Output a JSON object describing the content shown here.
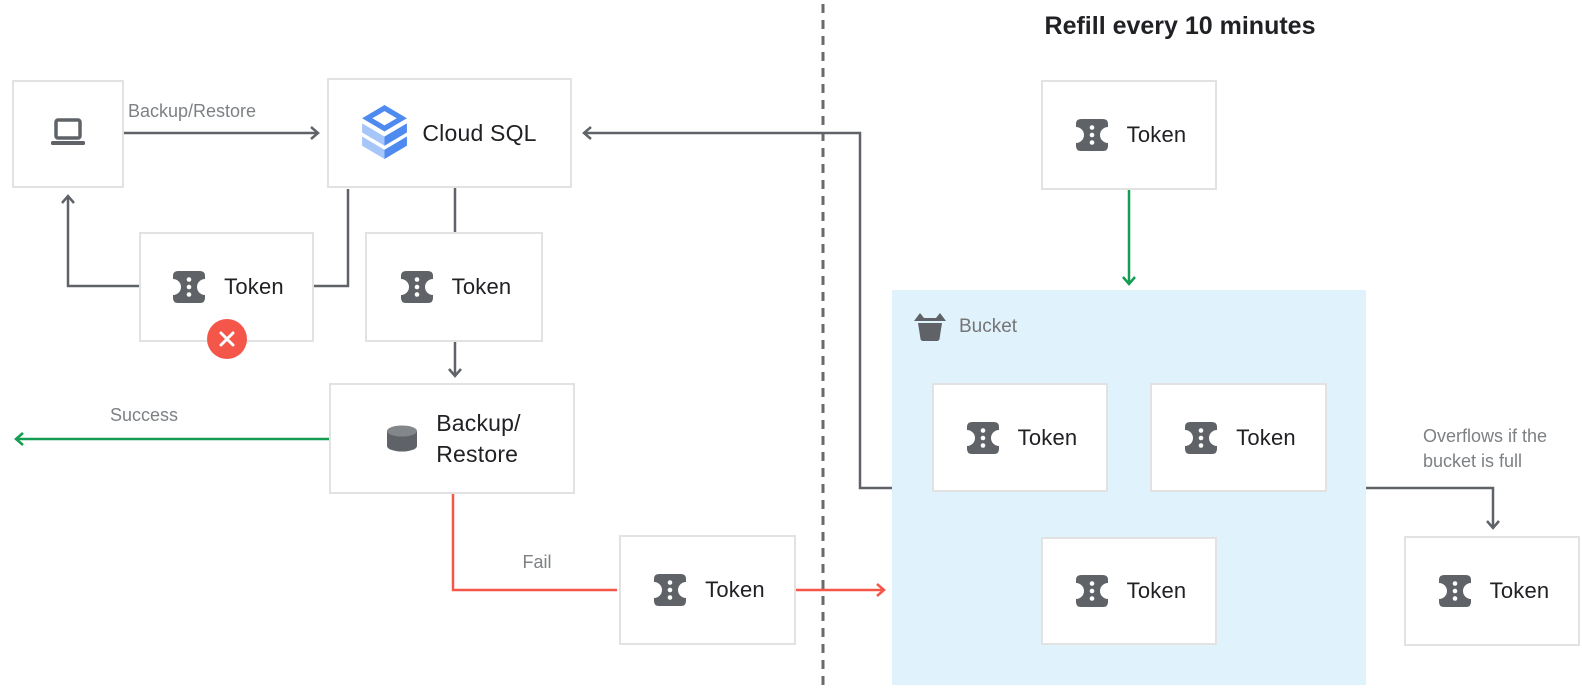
{
  "title": "Refill every 10 minutes",
  "labels": {
    "token": "Token",
    "cloud_sql": "Cloud SQL",
    "backup_restore_node": "Backup/\nRestore",
    "bucket": "Bucket"
  },
  "edge_labels": {
    "backup_restore": "Backup/Restore",
    "success": "Success",
    "fail": "Fail",
    "overflow": "Overflows if the\nbucket is full"
  },
  "icons": {
    "laptop": "laptop-icon",
    "cloud_sql": "cloud-sql-stack-icon",
    "database": "database-cylinder-icon",
    "token": "token-ticket-icon",
    "bucket": "bucket-icon",
    "error": "error-x-icon"
  },
  "colors": {
    "green": "#149c52",
    "red": "#f4564a",
    "arrow": "#5f6368",
    "divider": "#6a6a6a",
    "border": "#e2e2e2",
    "bucket_fill": "#e0f2fc",
    "label_gray": "#7d8184",
    "text_dark": "#202124",
    "icon_gray": "#5f6368",
    "cloud_sql_blue": "#4e8af0",
    "cloud_sql_light": "#a6c6fa"
  }
}
